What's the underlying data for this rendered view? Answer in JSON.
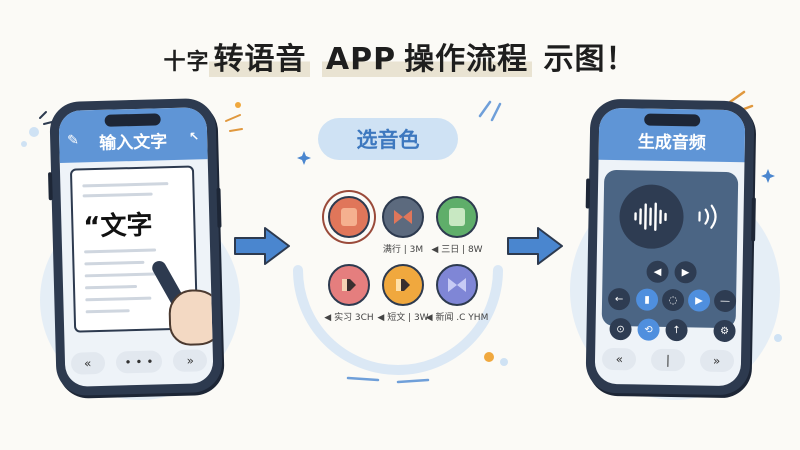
{
  "title": {
    "part1": "十字",
    "part2": "转语音",
    "part3": "APP",
    "part4": "操作流程",
    "part5": "示图！"
  },
  "steps": [
    {
      "id": "input",
      "header": "输入文字",
      "sample_text": "“文字"
    },
    {
      "id": "voice",
      "header": "选音色"
    },
    {
      "id": "generate",
      "header": "生成音频"
    }
  ],
  "phone1_controls": [
    "«",
    "• • •",
    "»"
  ],
  "voices": [
    {
      "color": "#e0765a",
      "shape_color": "#f5b08f",
      "selected": true,
      "label": ""
    },
    {
      "color": "#5c6a7e",
      "shape_color": "#e0765a",
      "selected": false,
      "label": "满行 | 3M"
    },
    {
      "color": "#5fae6a",
      "shape_color": "#c8e8c2",
      "selected": false,
      "label": "◀ 三日 | 8W"
    },
    {
      "color": "#e57e7e",
      "shape_color": "#3a2f2f",
      "selected": false,
      "label": "◀ 实习 3CH"
    },
    {
      "color": "#f0a83e",
      "shape_color": "#3a2f2f",
      "selected": false,
      "label": "◀ 短文 | 3W"
    },
    {
      "color": "#7f86d6",
      "shape_color": "#c7cbf5",
      "selected": false,
      "label": "◀ 新闻 .C YHM"
    }
  ],
  "phone3_controls": [
    "«",
    "|",
    "»"
  ],
  "colors": {
    "phone": "#2d3a4f",
    "header_blue": "#5f95d6",
    "arrow_blue": "#4a86cf",
    "pill_bg": "#cfe2f4"
  },
  "icons": [
    "pen-icon",
    "hand-icon",
    "arrow-right-icon",
    "waveform-icon",
    "sound-waves-icon",
    "play-icon",
    "mic-icon"
  ]
}
